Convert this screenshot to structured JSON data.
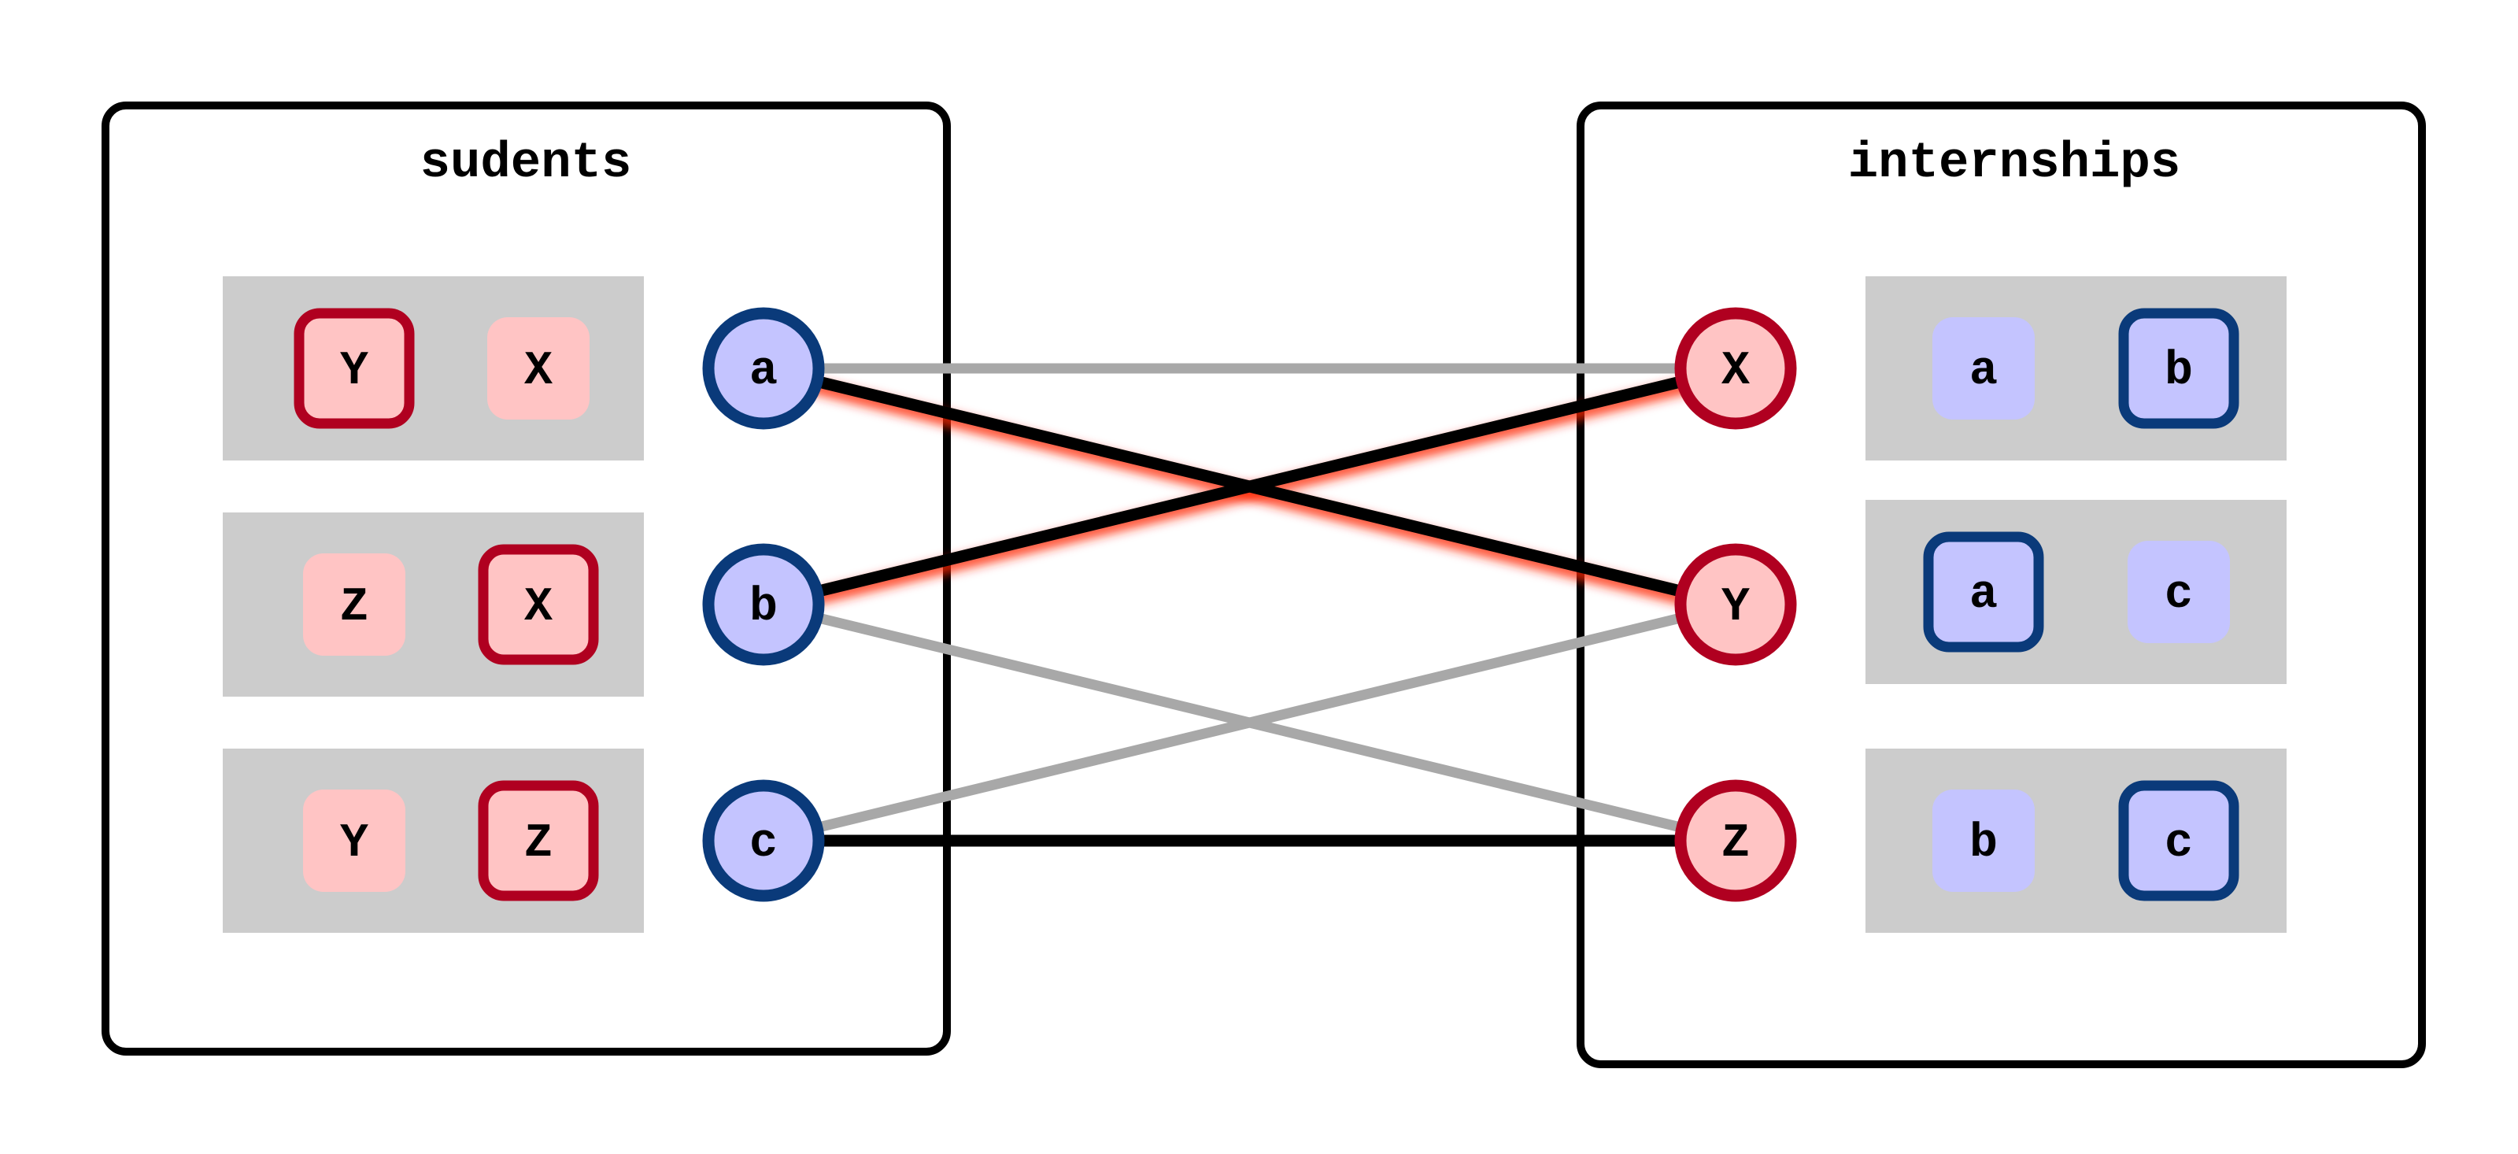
{
  "colors": {
    "student_fill": "#c4c4ff",
    "student_stroke": "#0a3a7a",
    "internship_fill": "#ffc4c4",
    "internship_stroke": "#b00020",
    "panel_fill": "#cccccc",
    "edge_unmatched": "#a8a8a8",
    "edge_matched": "#000000",
    "edge_glow": "#ff2200",
    "frame_stroke": "#000000"
  },
  "students": {
    "title": "sudents",
    "nodes": [
      {
        "id": "a",
        "label": "a",
        "prefs": [
          {
            "label": "Y",
            "chosen": true
          },
          {
            "label": "X",
            "chosen": false
          }
        ]
      },
      {
        "id": "b",
        "label": "b",
        "prefs": [
          {
            "label": "Z",
            "chosen": false
          },
          {
            "label": "X",
            "chosen": true
          }
        ]
      },
      {
        "id": "c",
        "label": "c",
        "prefs": [
          {
            "label": "Y",
            "chosen": false
          },
          {
            "label": "Z",
            "chosen": true
          }
        ]
      }
    ]
  },
  "internships": {
    "title": "internships",
    "nodes": [
      {
        "id": "X",
        "label": "X",
        "prefs": [
          {
            "label": "a",
            "chosen": false
          },
          {
            "label": "b",
            "chosen": true
          }
        ]
      },
      {
        "id": "Y",
        "label": "Y",
        "prefs": [
          {
            "label": "a",
            "chosen": true
          },
          {
            "label": "c",
            "chosen": false
          }
        ]
      },
      {
        "id": "Z",
        "label": "Z",
        "prefs": [
          {
            "label": "b",
            "chosen": false
          },
          {
            "label": "c",
            "chosen": true
          }
        ]
      }
    ]
  },
  "edges": [
    {
      "from": "a",
      "to": "X",
      "matched": false
    },
    {
      "from": "b",
      "to": "Z",
      "matched": false
    },
    {
      "from": "c",
      "to": "Y",
      "matched": false
    },
    {
      "from": "a",
      "to": "Y",
      "matched": true
    },
    {
      "from": "b",
      "to": "X",
      "matched": true
    },
    {
      "from": "c",
      "to": "Z",
      "matched": true
    }
  ]
}
